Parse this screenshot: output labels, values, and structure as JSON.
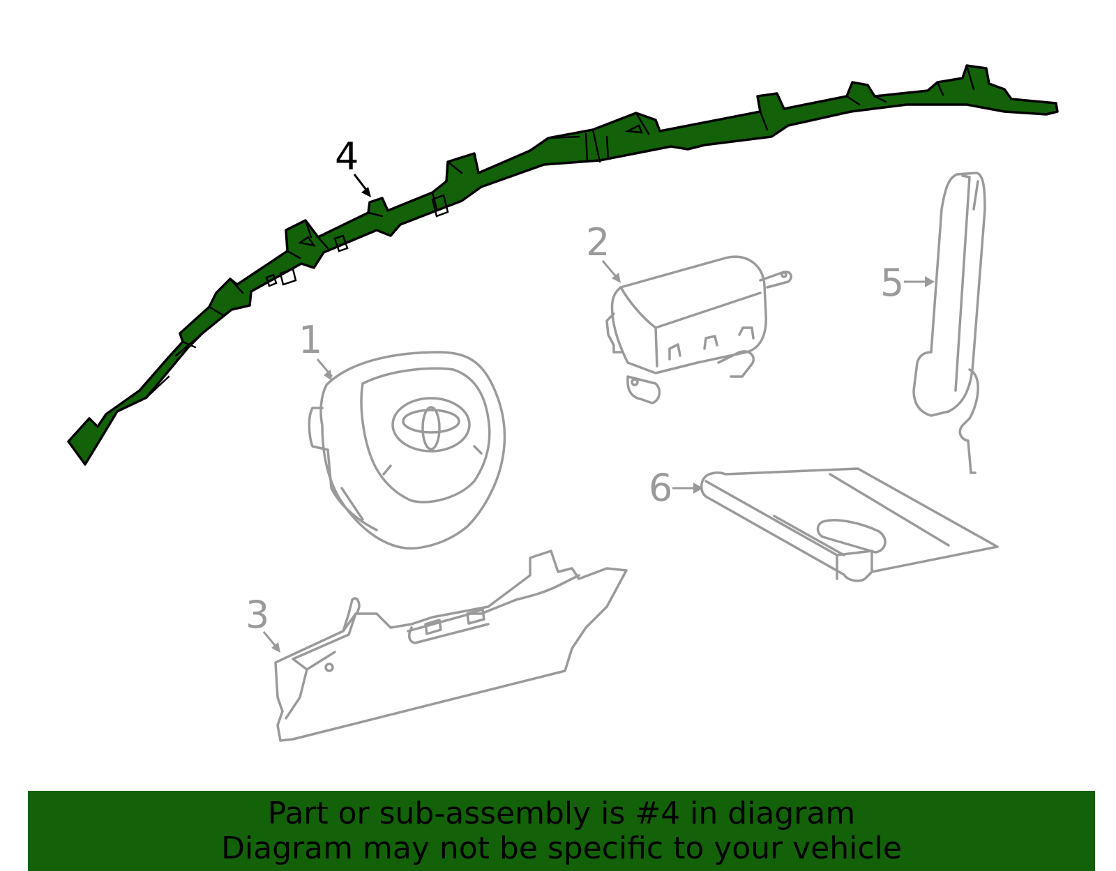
{
  "colors": {
    "highlight": "#136109",
    "part_outline": "#9a9a9a",
    "highlight_outline": "#000000",
    "banner_bg": "#136109",
    "text": "#000000"
  },
  "callouts": {
    "part_1": "1",
    "part_2": "2",
    "part_3": "3",
    "part_4": "4",
    "part_5": "5",
    "part_6": "6"
  },
  "highlighted_part": "4",
  "banner": {
    "line1": "Part or sub-assembly is #4 in diagram",
    "line2": "Diagram may not be specific to your vehicle"
  }
}
